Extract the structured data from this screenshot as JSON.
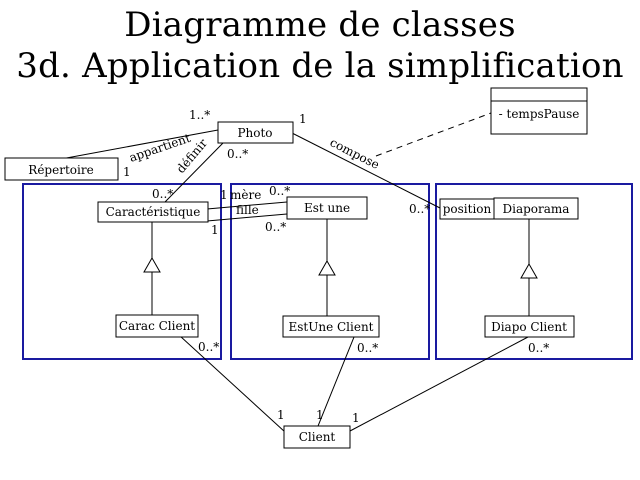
{
  "title": {
    "line1": "Diagramme de classes",
    "line2": "3d. Application de la simplification"
  },
  "classes": {
    "photo": "Photo",
    "repertoire": "Répertoire",
    "caracteristique": "Caractéristique",
    "est_une": "Est une",
    "position": "position",
    "diaporama": "Diaporama",
    "carac_client": "Carac Client",
    "estune_client": "EstUne Client",
    "diapo_client": "Diapo Client",
    "client": "Client",
    "attr_class_attribute": "- tempsPause"
  },
  "associations": {
    "appartient": "appartient",
    "definir": "définir",
    "compose": "compose",
    "mere": "mère",
    "fille": "fille"
  },
  "multiplicities": {
    "photo_repertoire_side": "1..*",
    "photo_compose_side": "1",
    "repertoire_side": "1",
    "photo_definir_side": "0..*",
    "carac_definir_side": "0..*",
    "carac_mere_1": "1",
    "estune_mere": "0..*",
    "carac_fille_1": "1",
    "estune_fille": "0..*",
    "diaporama_position": "0..*",
    "carac_client_side": "0..*",
    "estune_client_side": "0..*",
    "diapo_client_side": "0..*",
    "client_left": "1",
    "client_mid": "1",
    "client_right": "1"
  }
}
